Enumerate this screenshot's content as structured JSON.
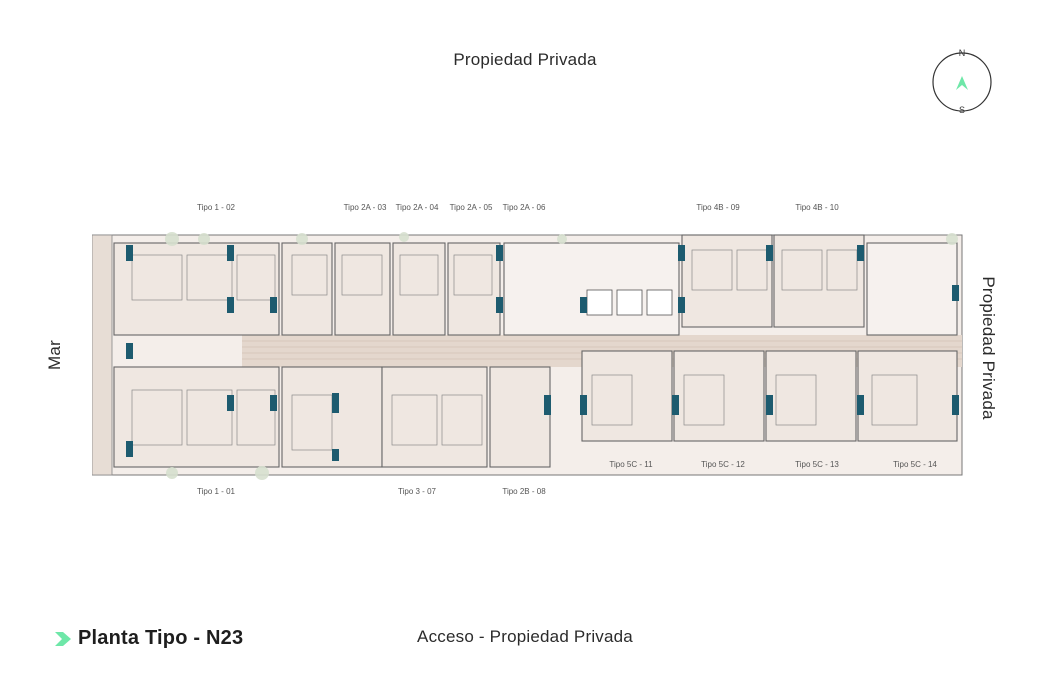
{
  "labels": {
    "top": "Propiedad Privada",
    "bottom": "Acceso - Propiedad Privada",
    "left": "Mar",
    "right": "Propiedad Privada"
  },
  "title": "Planta Tipo - N23",
  "compass": {
    "north": "N",
    "south": "S"
  },
  "units_top": [
    "Tipo 1 - 02",
    "Tipo 2A - 03",
    "Tipo 2A - 04",
    "Tipo 2A - 05",
    "Tipo 2A - 06",
    "Tipo 4B - 09",
    "Tipo 4B - 10"
  ],
  "units_bottom": [
    "Tipo 1 - 01",
    "Tipo 3 - 07",
    "Tipo 2B - 08"
  ],
  "units_right": [
    "Tipo 5C - 11",
    "Tipo 5C - 12",
    "Tipo 5C - 13",
    "Tipo 5C - 14"
  ],
  "colors": {
    "accent_green": "#6ee7a8",
    "column_blue": "#1d5b6f",
    "floor_beige": "#e9ddd4",
    "wall": "#5a5a5a",
    "corridor": "#e3d6cc",
    "terrace": "#ece2db"
  }
}
